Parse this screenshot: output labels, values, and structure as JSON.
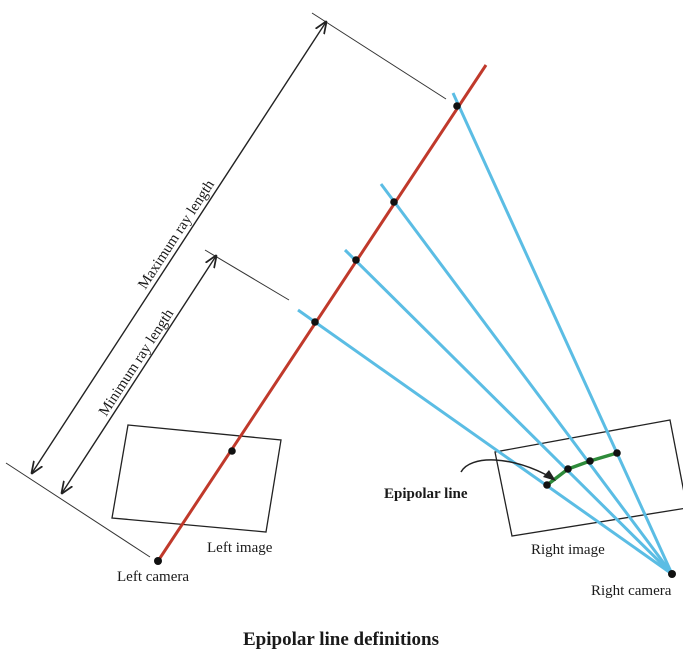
{
  "title": "Epipolar line definitions",
  "labels": {
    "max_ray": "Maximum ray length",
    "min_ray": "Minimum ray length",
    "left_image": "Left image",
    "left_camera": "Left camera",
    "right_image": "Right image",
    "right_camera": "Right camera",
    "epipolar_line": "Epipolar line"
  },
  "colors": {
    "left_ray": "#c0392b",
    "right_rays": "#5bbde4",
    "epipolar_line": "#2e8b3a",
    "outline": "#222222"
  }
}
